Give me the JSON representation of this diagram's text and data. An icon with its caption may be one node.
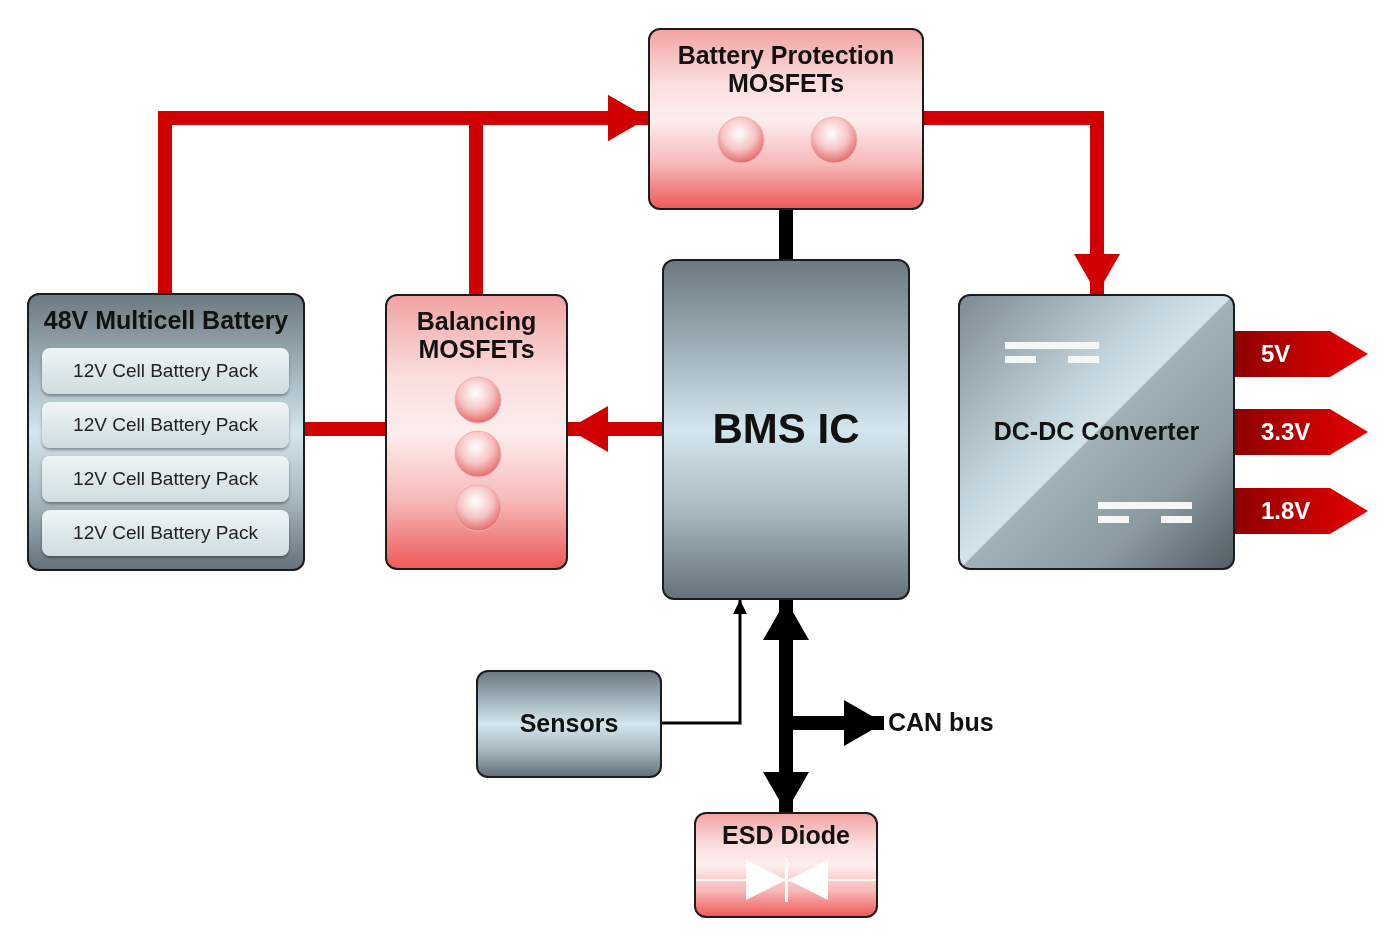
{
  "diagram": {
    "nodes": [
      {
        "text": [
          "Battery Protection MOSFETs"
        ]
      },
      {
        "text": [
          "48V Multicell Battery"
        ]
      },
      {
        "text": [
          "12V Cell Battery Pack"
        ],
        "in": 1
      },
      {
        "text": [
          "12V Cell Battery Pack"
        ],
        "in": 1
      },
      {
        "text": [
          "12V Cell Battery Pack"
        ],
        "in": 1
      },
      {
        "text": [
          "12V Cell Battery Pack"
        ],
        "in": 1
      },
      {
        "text": [
          "Balancing MOSFETs"
        ]
      },
      {
        "text": [
          "BMS IC"
        ]
      },
      {
        "text": [
          "DC-DC Converter"
        ]
      },
      {
        "text": [
          "Sensors"
        ]
      },
      {
        "text": [
          "CAN bus"
        ]
      },
      {
        "text": [
          "ESD Diode"
        ]
      }
    ],
    "edges": [
      {
        "from": 1,
        "to": 0,
        "arrow": "to"
      },
      {
        "from": 6,
        "to": 0,
        "arrow": "to"
      },
      {
        "from": 0,
        "to": 8,
        "arrow": "to"
      },
      {
        "from": 1,
        "to": 6,
        "arrow": "none"
      },
      {
        "from": 7,
        "to": 6,
        "arrow": "to"
      },
      {
        "from": 0,
        "to": 7,
        "arrow": "none",
        "color": "#000000"
      },
      {
        "from": 9,
        "to": 7,
        "arrow": "to",
        "color": "#000000"
      },
      {
        "from": 7,
        "to": 11,
        "arrow": "both",
        "color": "#000000"
      },
      {
        "from": 7,
        "to": 10,
        "arrow": "to",
        "color": "#000000"
      },
      {
        "from": 8,
        "to": null,
        "arrow": "to",
        "label": "5V"
      },
      {
        "from": 8,
        "to": null,
        "arrow": "to",
        "label": "3.3V"
      },
      {
        "from": 8,
        "to": null,
        "arrow": "to",
        "label": "1.8V"
      }
    ]
  }
}
